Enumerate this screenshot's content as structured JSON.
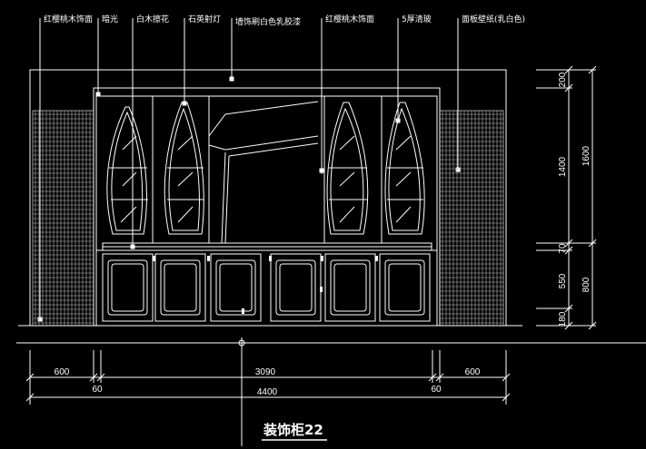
{
  "title": "装饰柜22",
  "annotations": [
    {
      "text": "红樱桃木饰面"
    },
    {
      "text": "暗光"
    },
    {
      "text": "白木擦花"
    },
    {
      "text": "石英射灯"
    },
    {
      "text": "墙饰刷白色乳胶漆"
    },
    {
      "text": "红樱桃木饰面"
    },
    {
      "text": "5厚清玻"
    },
    {
      "text": "面板壁纸(乳白色)"
    }
  ],
  "dimensions": {
    "horizontal_top": [
      "600",
      "3090",
      "600"
    ],
    "horizontal_mid": [
      "60",
      "60"
    ],
    "horizontal_total": "4400",
    "vertical_inner": [
      "200",
      "1400",
      "70",
      "550",
      "180"
    ],
    "vertical_outer": [
      "1600",
      "800"
    ]
  },
  "colors": {
    "background": "#000000",
    "lines": "#ffffff"
  }
}
